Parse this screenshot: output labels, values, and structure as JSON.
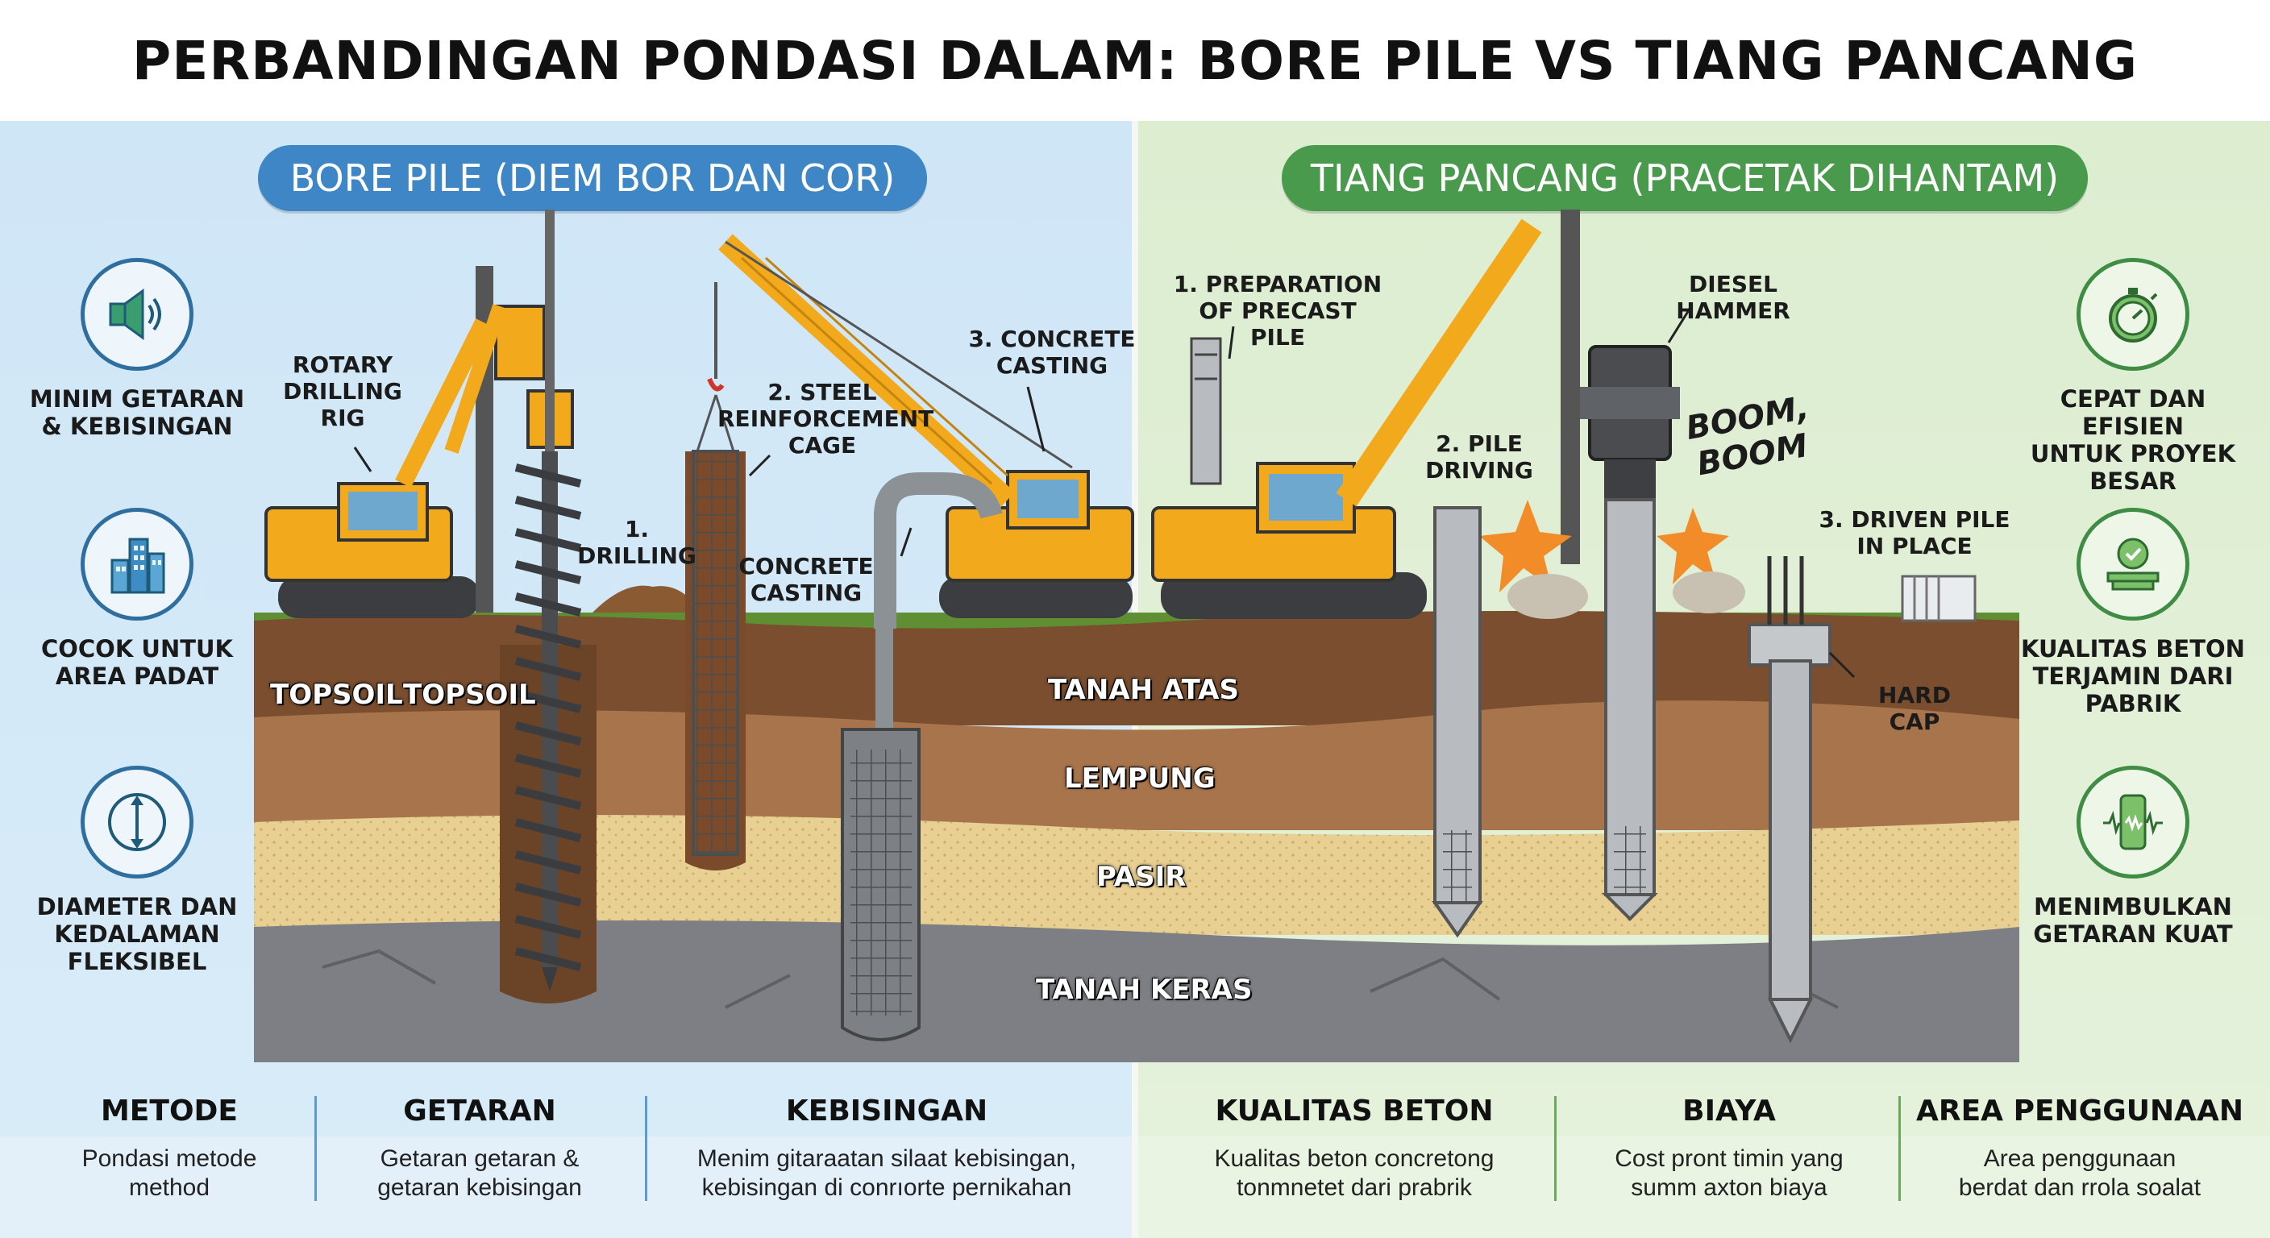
{
  "title": "PERBANDINGAN PONDASI DALAM: BORE PILE VS TIANG PANCANG",
  "left": {
    "header": "BORE PILE (DIEM BOR DAN COR)",
    "features": [
      {
        "icon": "speaker-icon",
        "label": "MINIM GETARAN\n& KEBISINGAN"
      },
      {
        "icon": "buildings-icon",
        "label": "COCOK UNTUK\nAREA PADAT"
      },
      {
        "icon": "diameter-arrows-icon",
        "label": "DIAMETER DAN\nKEDALAMAN\nFLEKSIBEL"
      }
    ],
    "steps": {
      "rig": "ROTARY\nDRILLING\nRIG",
      "drilling": "1.\nDRILLING",
      "cage": "2. STEEL\nREINFORCEMENT\nCAGE",
      "casting_top": "3. CONCRETE\nCASTING",
      "casting_mid": "CONCRETE\nCASTING"
    }
  },
  "right": {
    "header": "TIANG PANCANG (PRACETAK DIHANTAM)",
    "features": [
      {
        "icon": "stopwatch-icon",
        "label": "CEPAT DAN EFISIEN\nUNTUK PROYEK BESAR"
      },
      {
        "icon": "quality-badge-icon",
        "label": "KUALITAS BETON\nTERJAMIN DARI\nPABRIK"
      },
      {
        "icon": "phone-vibration-icon",
        "label": "MENIMBULKAN\nGETARAN KUAT"
      }
    ],
    "steps": {
      "prep": "1. PREPARATION\nOF PRECAST PILE",
      "hammer": "DIESEL\nHAMMER",
      "driving": "2. PILE\nDRIVING",
      "boom": "BOOM,\nBOOM",
      "driven": "3. DRIVEN PILE\nIN PLACE",
      "cap": "HARD CAP"
    }
  },
  "soil_layers": {
    "topsoil_1": "TOPSOIL",
    "topsoil_2": "TOPSOIL",
    "tanah_atas": "TANAH ATAS",
    "lempung": "LEMPUNG",
    "pasir": "PASIR",
    "tanah_keras": "TANAH KERAS"
  },
  "comparison": [
    {
      "head": "METODE",
      "body": "Pondasi metode\nmethod"
    },
    {
      "head": "GETARAN",
      "body": "Getaran getaran &\ngetaran kebisingan"
    },
    {
      "head": "KEBISINGAN",
      "body": "Menim gitaraatan silaat kebisingan,\nkebisingan di conrıorte pernikahan"
    },
    {
      "head": "KUALITAS BETON",
      "body": "Kualitas beton concretong\ntonmnetet dari prabrik"
    },
    {
      "head": "BIAYA",
      "body": "Cost pront timin yang\nsumm axton biaya"
    },
    {
      "head": "AREA PENGGUNAAN",
      "body": "Area penggunaan\nberdat dan rrola soalat"
    }
  ],
  "colors": {
    "left_accent": "#3f86c6",
    "right_accent": "#4a9a4e",
    "machine_yellow": "#f2a91c",
    "topsoil": "#7a4e2e",
    "clay": "#a8744b",
    "sand": "#e8cf92",
    "hard_ground": "#7d7f84"
  }
}
